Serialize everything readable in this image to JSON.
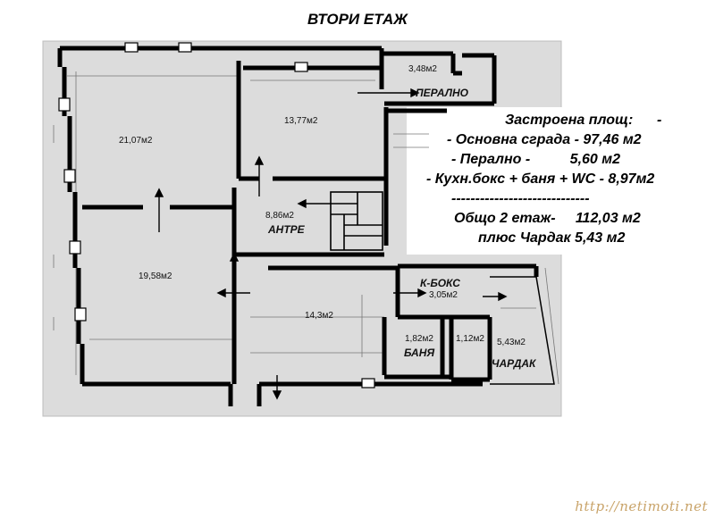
{
  "title": "ВТОРИ ЕТАЖ",
  "summary": [
    "Застроена площ:      -",
    "- Основна сграда - 97,46 м2",
    "- Перално -          5,60 м2",
    "- Кухн.бокс + баня + WC - 8,97м2",
    "-----------------------------",
    "Общо 2 етаж-     112,03 м2",
    "плюс Чардак 5,43 м2"
  ],
  "rooms": {
    "r1": {
      "area": "21,07м2"
    },
    "r2": {
      "area": "13,77м2"
    },
    "perlano": {
      "area": "3,48м2",
      "name": "ПЕРАЛНО"
    },
    "antre": {
      "area": "8,86м2",
      "name": "АНТРЕ"
    },
    "r4": {
      "area": "19,58м2"
    },
    "r5": {
      "area": "14,3м2"
    },
    "kboks": {
      "area": "3,05м2",
      "name": "К-БОКС"
    },
    "banya": {
      "area": "1,82м2",
      "name": "БАНЯ"
    },
    "wc": {
      "area": "1,12м2"
    },
    "chardak": {
      "area": "5,43м2",
      "name": "ЧАРДАК"
    }
  },
  "watermark": "http://netimoti.net",
  "colors": {
    "wall": "#000000",
    "scan": "#d6d6d6",
    "thin": "#6a6a6a",
    "watermark": "#c9a46a"
  }
}
